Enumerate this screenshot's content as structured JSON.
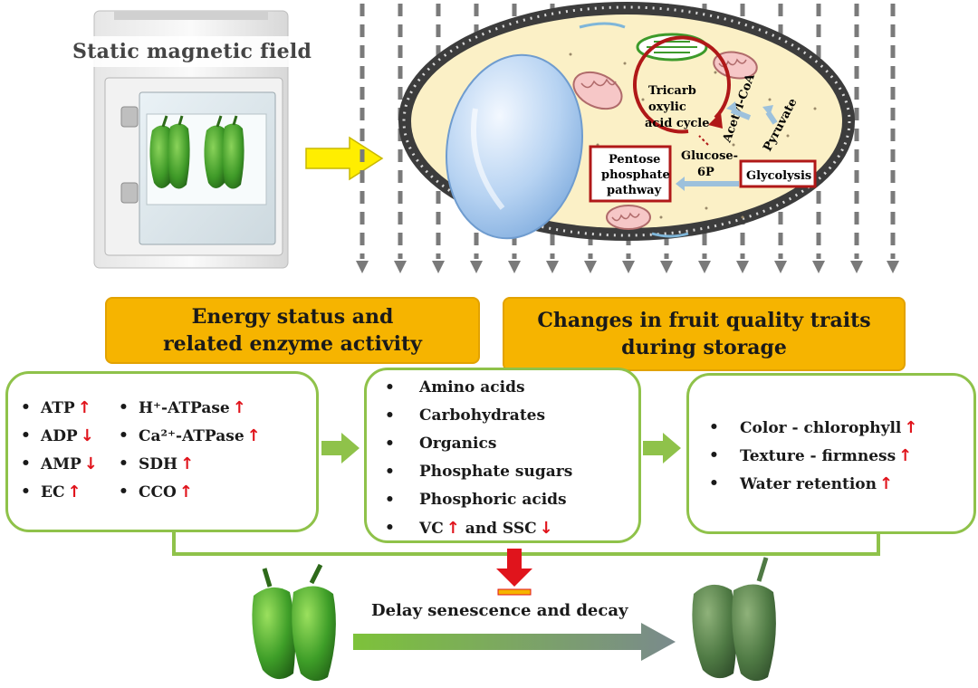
{
  "top": {
    "field_label": "Static magnetic field"
  },
  "cell": {
    "tca_line1": "Tricarb",
    "tca_line2": "oxylic",
    "tca_line3": "acid cycle",
    "acetyl": "Acetyl-CoA",
    "pyruvate": "Pyruvate",
    "glucose_line1": "Glucose-",
    "glucose_line2": "6P",
    "glycolysis": "Glycolysis",
    "ppp_line1": "Pentose",
    "ppp_line2": "phosphate",
    "ppp_line3": "pathway"
  },
  "headers": {
    "left_line1": "Energy status and",
    "left_line2": "related enzyme activity",
    "right_line1": "Changes in fruit quality traits",
    "right_line2": "during storage"
  },
  "energy": {
    "left": [
      {
        "label": "ATP",
        "trend": "↑"
      },
      {
        "label": "ADP",
        "trend": "↓"
      },
      {
        "label": "AMP",
        "trend": "↓"
      },
      {
        "label": "EC",
        "trend": "↑"
      }
    ],
    "right": [
      {
        "label": "H⁺-ATPase",
        "trend": "↑"
      },
      {
        "label": "Ca²⁺-ATPase",
        "trend": "↑"
      },
      {
        "label": "SDH",
        "trend": "↑"
      },
      {
        "label": "CCO",
        "trend": "↑"
      }
    ]
  },
  "metabolites": {
    "items": [
      "Amino acids",
      "Carbohydrates",
      "Organics",
      "Phosphate sugars",
      "Phosphoric acids"
    ],
    "last_vc": "VC",
    "last_vc_trend": "↑",
    "last_and": "and SSC",
    "last_ssc_trend": "↓"
  },
  "quality": {
    "items": [
      {
        "label": "Color - chlorophyll",
        "trend": "↑"
      },
      {
        "label": "Texture - firmness",
        "trend": "↑"
      },
      {
        "label": "Water retention",
        "trend": "↑"
      }
    ]
  },
  "bottom": {
    "delay_label": "Delay senescence and decay"
  },
  "colors": {
    "header_fill": "#f6b400",
    "box_border": "#8fc24a",
    "up_arrow": "#e0141c",
    "yellow_arrow": "#ffee00",
    "green_arrow": "#8fc24a",
    "membrane": "#3a3a3a",
    "cytoplasm": "#fbf0c6",
    "vacuole": "#9ec3ec",
    "tca_ring": "#b01818"
  }
}
